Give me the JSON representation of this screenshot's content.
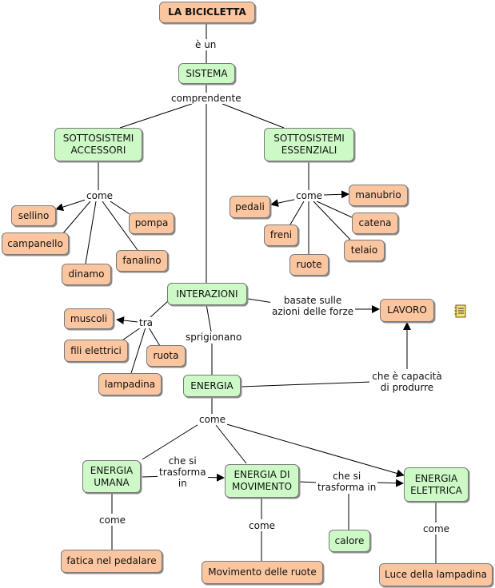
{
  "nodes": {
    "bicicletta": "LA BICICLETTA",
    "sistema": "SISTEMA",
    "sott_accessori": "SOTTOSISTEMI\nACCESSORI",
    "sott_essenziali": "SOTTOSISTEMI\nESSENZIALI",
    "sellino": "sellino",
    "campanello": "campanello",
    "dinamo": "dinamo",
    "fanalino": "fanalino",
    "pompa": "pompa",
    "pedali": "pedali",
    "freni": "freni",
    "ruote": "ruote",
    "manubrio": "manubrio",
    "catena": "catena",
    "telaio": "telaio",
    "interazioni": "INTERAZIONI",
    "lavoro": "LAVORO",
    "muscoli": "muscoli",
    "fili_elettrici": "fili elettrici",
    "ruota": "ruota",
    "lampadina": "lampadina",
    "energia": "ENERGIA",
    "energia_umana": "ENERGIA\nUMANA",
    "energia_movimento": "ENERGIA DI\nMOVIMENTO",
    "energia_elettrica": "ENERGIA\nELETTRICA",
    "calore": "calore",
    "fatica": "fatica nel pedalare",
    "movimento_ruote": "Movimento delle ruote",
    "luce": "Luce della lampadina"
  },
  "links": {
    "e_un": "è un",
    "comprendente": "comprendente",
    "come_accessori": "come",
    "come_essenziali": "come",
    "basate": "basate sulle\nazioni delle forze",
    "tra": "tra",
    "sprigionano": "sprigionano",
    "capacita": "che è capacità\ndi produrre",
    "come_energia": "come",
    "trasforma_umana": "che si\ntrasforma\nin",
    "trasforma_movimento": "che si\ntrasforma in",
    "come_umana": "come",
    "come_movimento": "come",
    "come_elettrica": "come"
  },
  "icons": {
    "note": "note-icon"
  },
  "colors": {
    "concept_orange": "#fbc59f",
    "concept_green": "#ccf9c6",
    "line": "#000000"
  }
}
